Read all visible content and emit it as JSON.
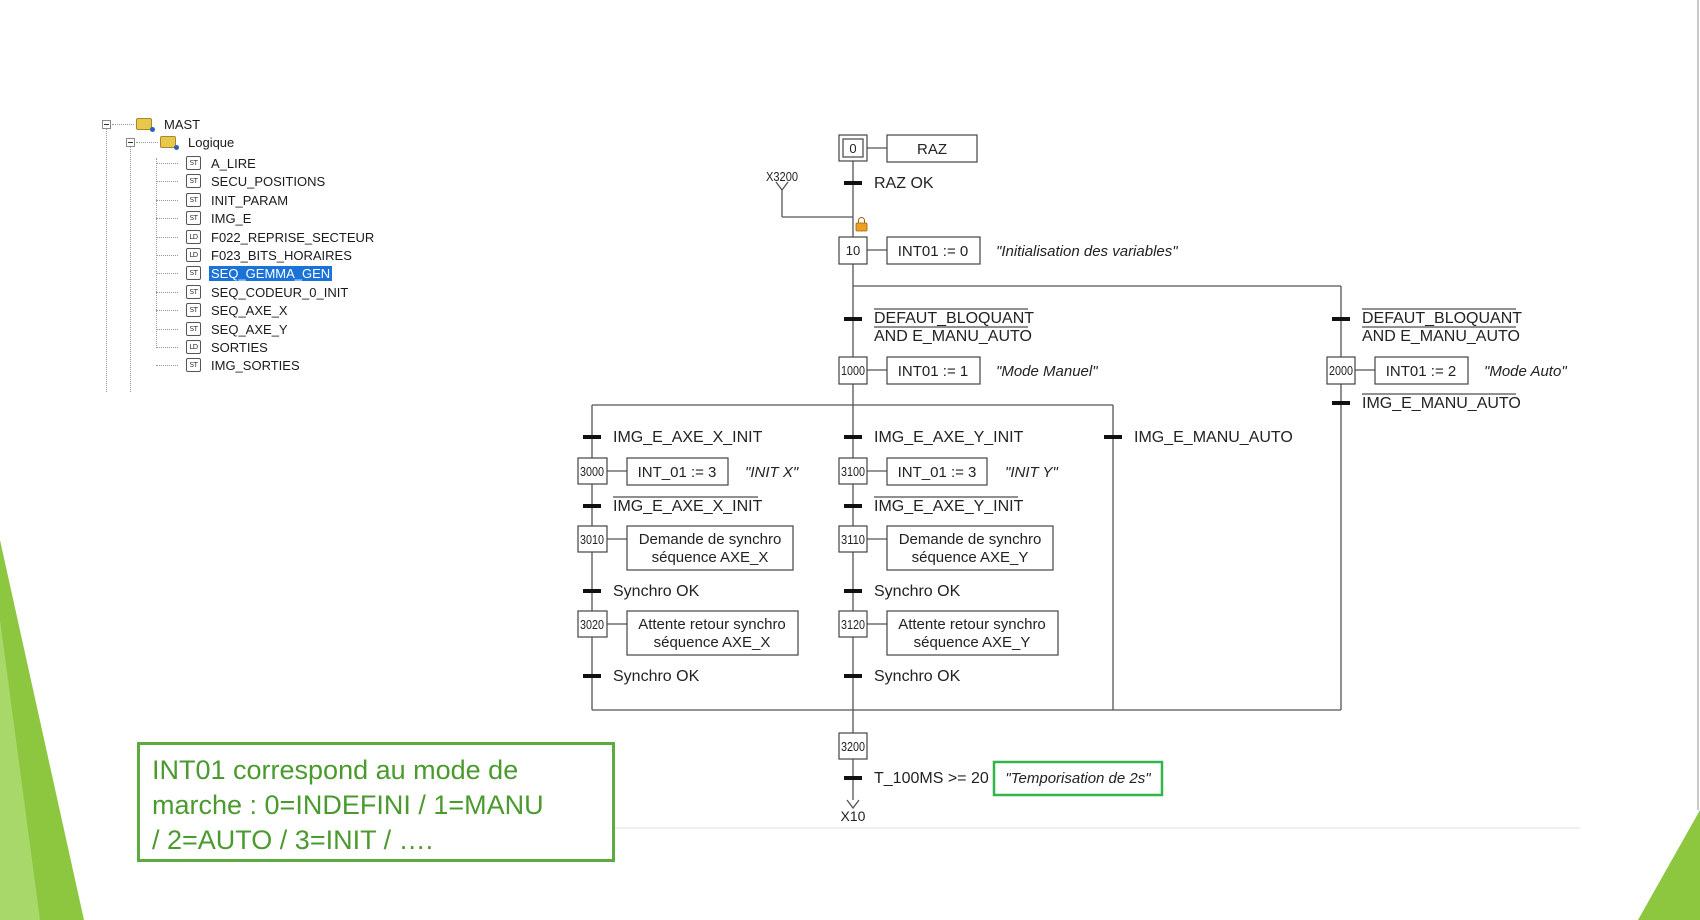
{
  "tree": {
    "root": "MAST",
    "section": "Logique",
    "items": [
      {
        "icon": "ST",
        "label": "A_LIRE"
      },
      {
        "icon": "ST",
        "label": "SECU_POSITIONS"
      },
      {
        "icon": "ST",
        "label": "INIT_PARAM"
      },
      {
        "icon": "ST",
        "label": "IMG_E"
      },
      {
        "icon": "LD",
        "label": "F022_REPRISE_SECTEUR"
      },
      {
        "icon": "LD",
        "label": "F023_BITS_HORAIRES"
      },
      {
        "icon": "ST",
        "label": "SEQ_GEMMA_GEN",
        "selected": true
      },
      {
        "icon": "ST",
        "label": "SEQ_CODEUR_0_INIT"
      },
      {
        "icon": "ST",
        "label": "SEQ_AXE_X"
      },
      {
        "icon": "ST",
        "label": "SEQ_AXE_Y"
      },
      {
        "icon": "LD",
        "label": "SORTIES"
      },
      {
        "icon": "ST",
        "label": "IMG_SORTIES"
      }
    ]
  },
  "grafcet": {
    "steps": {
      "s0": "0",
      "s10": "10",
      "s1000": "1000",
      "s2000": "2000",
      "s3000": "3000",
      "s3010": "3010",
      "s3020": "3020",
      "s3100": "3100",
      "s3110": "3110",
      "s3120": "3120",
      "s3200": "3200"
    },
    "actions": {
      "a0": "RAZ",
      "a10": "INT01 := 0",
      "a1000": "INT01 := 1",
      "a2000": "INT01 := 2",
      "a3000": "INT_01 := 3",
      "a3100": "INT_01 := 3",
      "a3010": [
        "Demande de synchro",
        "séquence AXE_X"
      ],
      "a3110": [
        "Demande de synchro",
        "séquence AXE_Y"
      ],
      "a3020": [
        "Attente retour synchro",
        "séquence AXE_X"
      ],
      "a3120": [
        "Attente retour synchro",
        "séquence AXE_Y"
      ]
    },
    "comments": {
      "c10": "\"Initialisation des variables\"",
      "c1000": "\"Mode Manuel\"",
      "c2000": "\"Mode Auto\"",
      "c3000": "\"INIT X\"",
      "c3100": "\"INIT Y\"",
      "c3200": "\"Temporisation de 2s\""
    },
    "transitions": {
      "t_raz": "RAZ OK",
      "t_left_1": "DEFAUT_BLOQUANT",
      "t_left_2": "AND E_MANU_AUTO",
      "t_right_1": "DEFAUT_BLOQUANT",
      "t_right_2": "AND E_MANU_AUTO",
      "t_img_manu": "IMG_E_MANU_AUTO",
      "t_x_init": "IMG_E_AXE_X_INIT",
      "t_y_init": "IMG_E_AXE_Y_INIT",
      "t_manu_auto": "IMG_E_MANU_AUTO",
      "t_x_init_n": "IMG_E_AXE_X_INIT",
      "t_y_init_n": "IMG_E_AXE_Y_INIT",
      "t_x_sync1": "Synchro OK",
      "t_y_sync1": "Synchro OK",
      "t_x_sync2": "Synchro OK",
      "t_y_sync2": "Synchro OK",
      "t_tempo": "T_100MS >= 20"
    },
    "jumps": {
      "from_x3200": "X3200",
      "to_x10": "X10"
    }
  },
  "note": {
    "lines": [
      "INT01 correspond au mode de",
      "marche : 0=INDEFINI / 1=MANU",
      "/ 2=AUTO / 3=INIT / …."
    ]
  },
  "colors": {
    "accent_green": "#5dab3e",
    "slide_green": "#8dc63f",
    "selection_blue": "#1a73d9",
    "lock_orange": "#f0a020"
  }
}
